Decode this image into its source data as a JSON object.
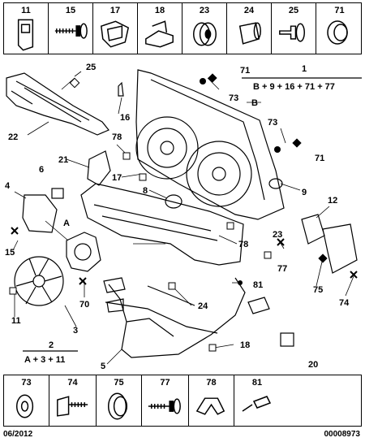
{
  "top_strip": [
    "11",
    "15",
    "17",
    "18",
    "23",
    "24",
    "25",
    "71"
  ],
  "bottom_strip": [
    "73",
    "74",
    "75",
    "77",
    "78",
    "81"
  ],
  "labels": {
    "l25": "25",
    "l22": "22",
    "l16": "16",
    "l78a": "78",
    "l21": "21",
    "l6": "6",
    "l17": "17",
    "l8": "8",
    "l4": "4",
    "l15": "15",
    "lA1": "A",
    "l11": "11",
    "l3": "3",
    "l70": "70",
    "l5": "5",
    "l24": "24",
    "l81": "81",
    "l18": "18",
    "l78b": "78",
    "l23": "23",
    "l77": "77",
    "l12": "12",
    "l75": "75",
    "l74": "74",
    "l9": "9",
    "l73a": "73",
    "l71a": "71",
    "l73b": "73",
    "l71b": "71",
    "lB": "B",
    "l20": "20"
  },
  "formulas": {
    "f1_num": "1",
    "f1_text": "B + 9 + 16 + 71 + 77",
    "f2_num": "2",
    "f2_text": "A + 3 + 11"
  },
  "footer": {
    "date": "06/2012",
    "ref": "00008973"
  }
}
